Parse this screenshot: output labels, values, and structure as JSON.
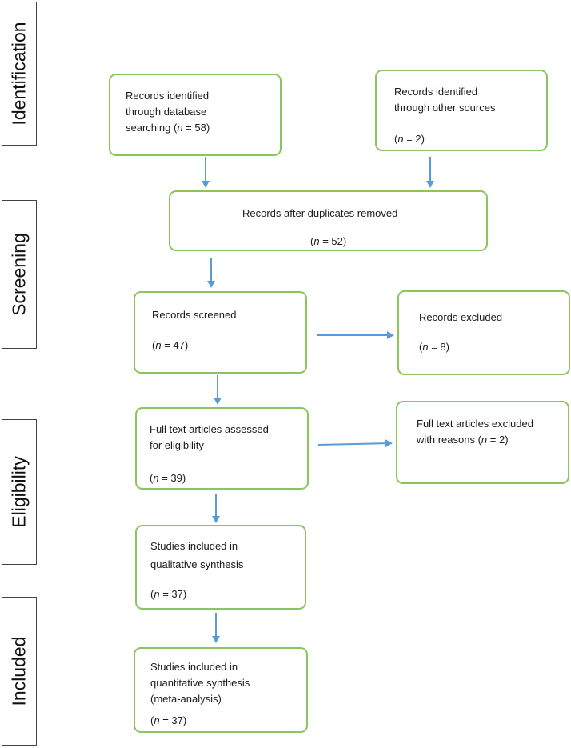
{
  "stages": {
    "identification": "Identification",
    "screening": "Screening",
    "eligibility": "Eligibility",
    "included": "Included"
  },
  "boxes": {
    "db_search": {
      "line1": "Records identified",
      "line2": "through database",
      "line3": "searching (",
      "n": "n",
      "tail": " = 58)"
    },
    "other_sources": {
      "line1": "Records identified",
      "line2": "through other sources",
      "count_open": "(",
      "n": "n",
      "tail": " = 2)"
    },
    "duplicates_removed": {
      "line1": "Records after duplicates removed",
      "count_open": "(",
      "n": "n",
      "tail": " = 52)"
    },
    "screened": {
      "line1": "Records screened",
      "count_open": "(",
      "n": "n",
      "tail": " = 47)"
    },
    "excluded": {
      "line1": "Records excluded",
      "count_open": "(",
      "n": "n",
      "tail": " = 8)"
    },
    "fulltext_assessed": {
      "line1": "Full text articles assessed",
      "line2": "for eligibility",
      "count_open": "(",
      "n": "n",
      "tail": " = 39)"
    },
    "fulltext_excluded": {
      "line1": "Full text articles excluded",
      "line2": "with reasons (",
      "n": "n",
      "tail": " = 2)"
    },
    "qualitative": {
      "line1": "Studies included in",
      "line2": "qualitative synthesis",
      "count_open": "(",
      "n": "n",
      "tail": " = 37)"
    },
    "quantitative": {
      "line1": "Studies included in",
      "line2": "quantitative synthesis",
      "line3": "(meta-analysis)",
      "count_open": "(",
      "n": "n",
      "tail": " = 37)"
    }
  },
  "colors": {
    "box_border": "#8cc560",
    "arrow": "#5b9bd5",
    "stage_border": "#444444"
  }
}
